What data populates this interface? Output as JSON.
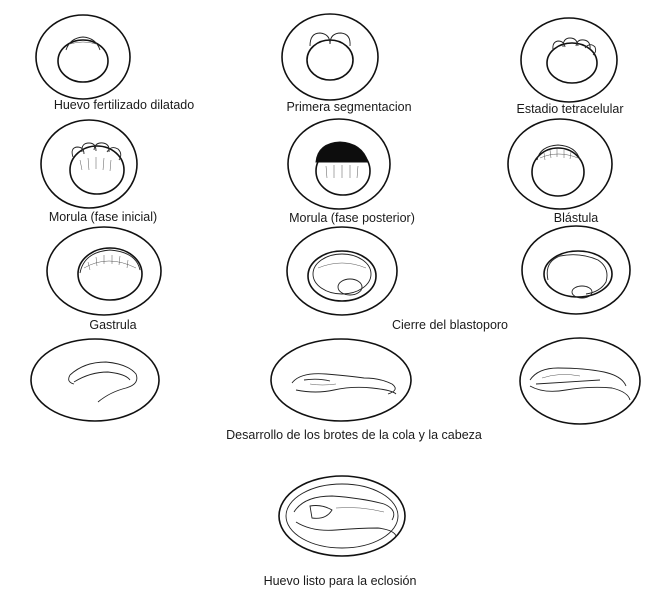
{
  "stages": [
    {
      "id": "s1",
      "caption": "Huevo fertilizado dilatado"
    },
    {
      "id": "s2",
      "caption": "Primera segmentacion"
    },
    {
      "id": "s3",
      "caption": "Estadio tetracelular"
    },
    {
      "id": "s4",
      "caption": "Morula (fase inicial)"
    },
    {
      "id": "s5",
      "caption": "Morula (fase posterior)"
    },
    {
      "id": "s6",
      "caption": "Blástula"
    },
    {
      "id": "s7",
      "caption": "Gastrula"
    },
    {
      "id": "s8",
      "caption": "Cierre del blastoporo"
    },
    {
      "id": "s9",
      "caption": "Desarrollo de los brotes de la cola y la cabeza"
    },
    {
      "id": "s10",
      "caption": "Huevo listo para la eclosión"
    }
  ],
  "colors": {
    "line": "#111111",
    "background": "#ffffff"
  }
}
